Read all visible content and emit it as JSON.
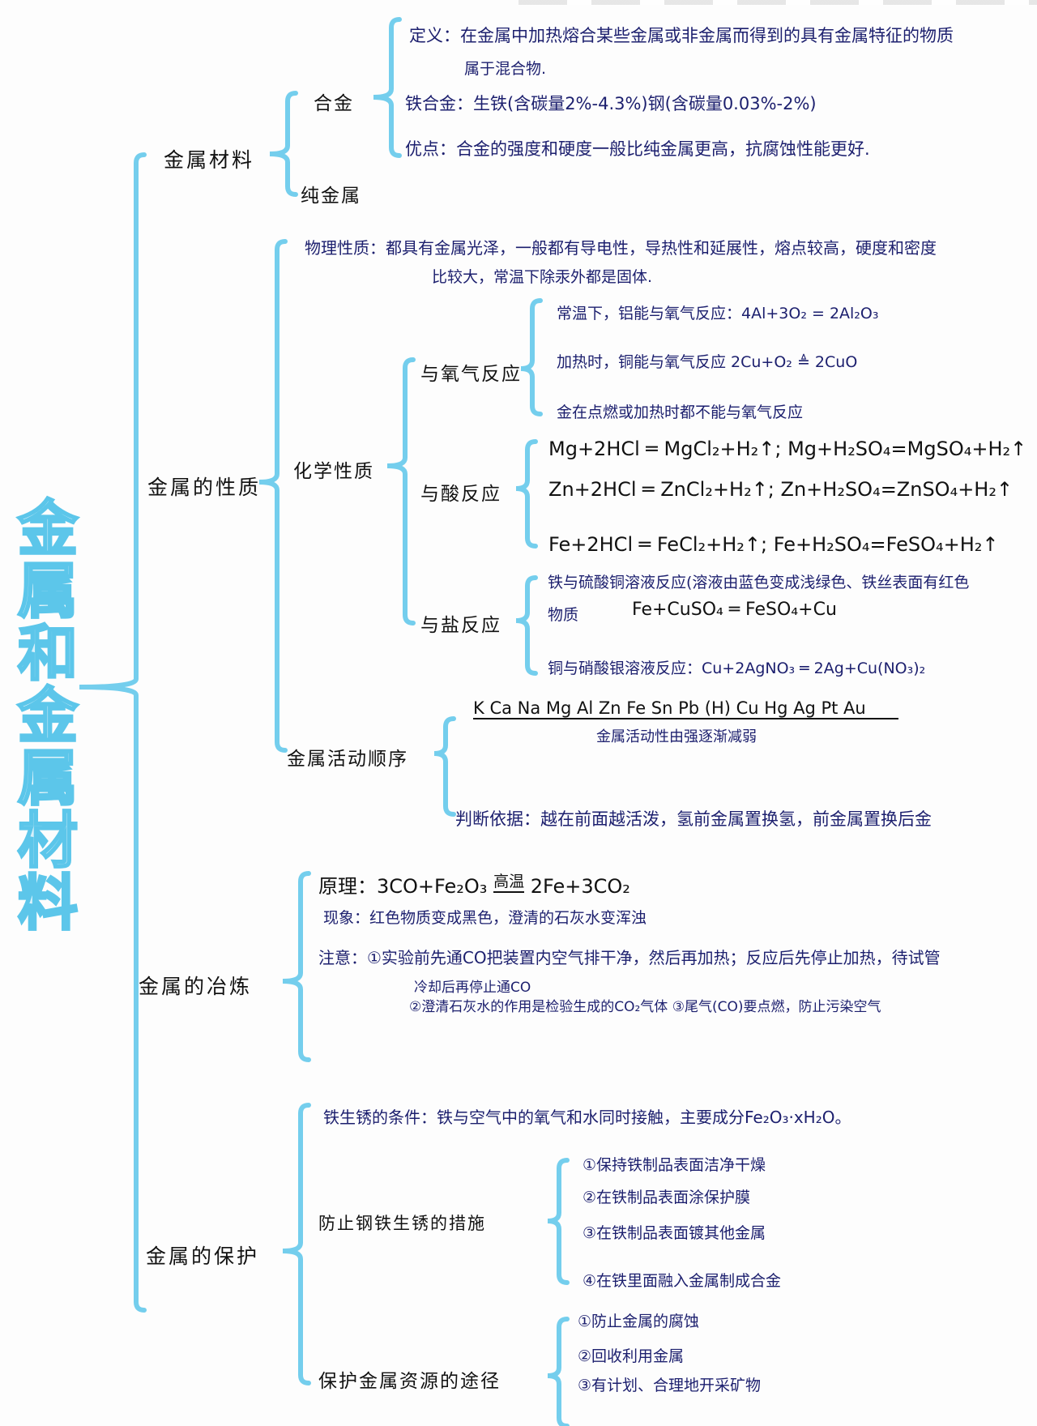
{
  "title": "金属和金属材料",
  "materials": {
    "label": "金属材料",
    "alloy": "合金",
    "pure": "纯金属",
    "definition_1": "定义：在金属中加热熔合某些金属或非金属而得到的具有金属特征的物质",
    "definition_2": "属于混合物.",
    "iron_alloy": "铁合金：生铁(含碳量2%-4.3%)钢(含碳量0.03%-2%)",
    "advantage": "优点：合金的强度和硬度一般比纯金属更高，抗腐蚀性能更好."
  },
  "properties": {
    "label": "金属的性质",
    "physical_1": "物理性质：都具有金属光泽，一般都有导电性，导热性和延展性，熔点较高，硬度和密度",
    "physical_2": "比较大，常温下除汞外都是固体.",
    "chemical": "化学性质",
    "oxygen": {
      "label": "与氧气反应",
      "items": [
        "常温下，铝能与氧气反应：4Al+3O₂ = 2Al₂O₃",
        "加热时，铜能与氧气反应 2Cu+O₂ ≜ 2CuO",
        "金在点燃或加热时都不能与氧气反应"
      ]
    },
    "acid": {
      "label": "与酸反应",
      "items": [
        "Mg+2HCl ═ MgCl₂+H₂↑; Mg+H₂SO₄=MgSO₄+H₂↑",
        "Zn+2HCl ═ ZnCl₂+H₂↑; Zn+H₂SO₄=ZnSO₄+H₂↑",
        "Fe+2HCl ═ FeCl₂+H₂↑; Fe+H₂SO₄=FeSO₄+H₂↑"
      ]
    },
    "salt": {
      "label": "与盐反应",
      "item1_line1": "铁与硫酸铜溶液反应(溶液由蓝色变成浅绿色、铁丝表面有红色",
      "item1_line2": "物质",
      "item1_eq": "Fe+CuSO₄ ═ FeSO₄+Cu",
      "item2": "铜与硝酸银溶液反应：Cu+2AgNO₃ ═ 2Ag+Cu(NO₃)₂"
    },
    "activity": {
      "label": "金属活动顺序",
      "sequence": "K  Ca  Na  Mg  Al  Zn  Fe  Sn  Pb (H) Cu  Hg  Ag  Pt  Au",
      "note": "金属活动性由强逐渐减弱",
      "rule": "判断依据：越在前面越活泼，氢前金属置换氢，前金属置换后金"
    }
  },
  "smelting": {
    "label": "金属的冶炼",
    "principle_label": "原理：",
    "principle_left": "3CO+Fe₂O₃",
    "principle_cond": "高温",
    "principle_right": "2Fe+3CO₂",
    "phenomenon": "现象：红色物质变成黑色，澄清的石灰水变浑浊",
    "note_1": "注意：①实验前先通CO把装置内空气排干净，然后再加热；反应后先停止加热，待试管",
    "note_2": "冷却后再停止通CO",
    "note_3": "②澄清石灰水的作用是检验生成的CO₂气体 ③尾气(CO)要点燃，防止污染空气"
  },
  "protection": {
    "label": "金属的保护",
    "rust_condition": "铁生锈的条件：铁与空气中的氧气和水同时接触，主要成分Fe₂O₃·xH₂O。",
    "prevent": {
      "label": "防止钢铁生锈的措施",
      "items": [
        "①保持铁制品表面洁净干燥",
        "②在铁制品表面涂保护膜",
        "③在铁制品表面镀其他金属",
        "④在铁里面融入金属制成合金"
      ]
    },
    "resources": {
      "label": "保护金属资源的途径",
      "items": [
        "①防止金属的腐蚀",
        "②回收利用金属",
        "③有计划、合理地开采矿物"
      ]
    }
  },
  "colors": {
    "bracket": "#5cc6ea",
    "ink": "#14143c",
    "title_fill": "#d8f0fa"
  }
}
